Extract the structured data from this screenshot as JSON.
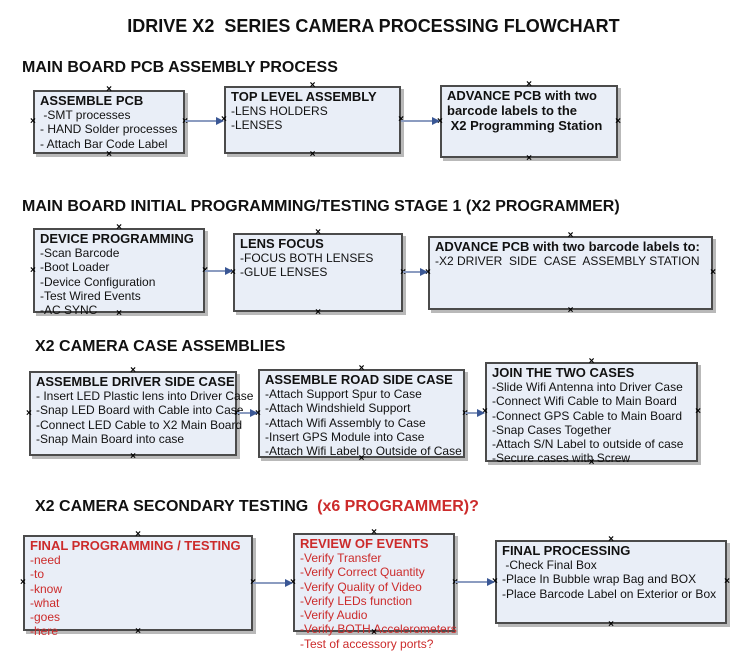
{
  "title": "IDRIVE X2  SERIES CAMERA PROCESSING FLOWCHART",
  "colors": {
    "box_fill": "#e9eef7",
    "box_border": "#4b4b4b",
    "arrow_line": "#8b9cc0",
    "arrow_head": "#3a5795",
    "red_text": "#cc2b2b",
    "black_text": "#111111"
  },
  "icons": {
    "connection_handle": "×",
    "arrow_head": "right-pointing-triangle"
  },
  "sections": [
    {
      "heading": "MAIN BOARD PCB ASSEMBLY PROCESS",
      "boxes": [
        {
          "title": "ASSEMBLE PCB",
          "items": [
            " -SMT processes",
            "- HAND Solder processes",
            "- Attach Bar Code Label"
          ]
        },
        {
          "title": "TOP LEVEL ASSEMBLY",
          "items": [
            "-LENS HOLDERS",
            "-LENSES"
          ]
        },
        {
          "title_lines": [
            "ADVANCE PCB with two",
            "barcode labels to the",
            " X2 Programming Station"
          ],
          "items": []
        }
      ]
    },
    {
      "heading": "MAIN BOARD INITIAL PROGRAMMING/TESTING STAGE 1 (X2 PROGRAMMER)",
      "boxes": [
        {
          "title": "DEVICE PROGRAMMING",
          "items": [
            "-Scan Barcode",
            "-Boot Loader",
            "-Device Configuration",
            "-Test Wired Events",
            "-AC SYNC"
          ]
        },
        {
          "title": "LENS FOCUS",
          "items": [
            "-FOCUS BOTH LENSES",
            "-GLUE LENSES"
          ]
        },
        {
          "title": "ADVANCE PCB with two barcode labels to:",
          "items": [
            "-X2 DRIVER  SIDE  CASE  ASSEMBLY STATION"
          ]
        }
      ]
    },
    {
      "heading": "X2 CAMERA CASE ASSEMBLIES",
      "boxes": [
        {
          "title": "ASSEMBLE DRIVER SIDE CASE",
          "items": [
            "- Insert LED Plastic lens into Driver Case",
            "-Snap LED Board with Cable into Case",
            "-Connect LED Cable to X2 Main Board",
            "-Snap Main Board into case"
          ]
        },
        {
          "title": "ASSEMBLE ROAD SIDE CASE",
          "items": [
            "-Attach Support Spur to Case",
            "-Attach Windshield Support",
            "-Attach Wifi Assembly to Case",
            "-Insert GPS Module into Case",
            "-Attach Wifi Label to Outside of Case"
          ]
        },
        {
          "title": "JOIN THE TWO CASES",
          "items": [
            "-Slide Wifi Antenna into Driver Case",
            "-Connect Wifi Cable to Main Board",
            "-Connect GPS Cable to Main Board",
            "-Snap Cases Together",
            "-Attach S/N Label to outside of case",
            "-Secure cases with Screw"
          ]
        }
      ]
    },
    {
      "heading": "X2 CAMERA SECONDARY TESTING  ",
      "heading_suffix": "(x6 PROGRAMMER)?",
      "boxes": [
        {
          "title": "FINAL PROGRAMMING / TESTING",
          "red": true,
          "items": [
            "-need",
            "-to",
            "-know",
            "-what",
            "-goes",
            "-here"
          ]
        },
        {
          "title": "REVIEW OF EVENTS",
          "red": true,
          "items": [
            "-Verify Transfer",
            "-Verify Correct Quantity",
            "-Verify Quality of Video",
            "-Verify LEDs function",
            "-Verify Audio",
            "-Verify BOTH Accelerometers",
            "-Test of accessory ports?"
          ]
        },
        {
          "title": "FINAL PROCESSING",
          "items": [
            " -Check Final Box",
            "-Place In Bubble wrap Bag and BOX",
            "-Place Barcode Label on Exterior or Box"
          ]
        }
      ]
    }
  ]
}
